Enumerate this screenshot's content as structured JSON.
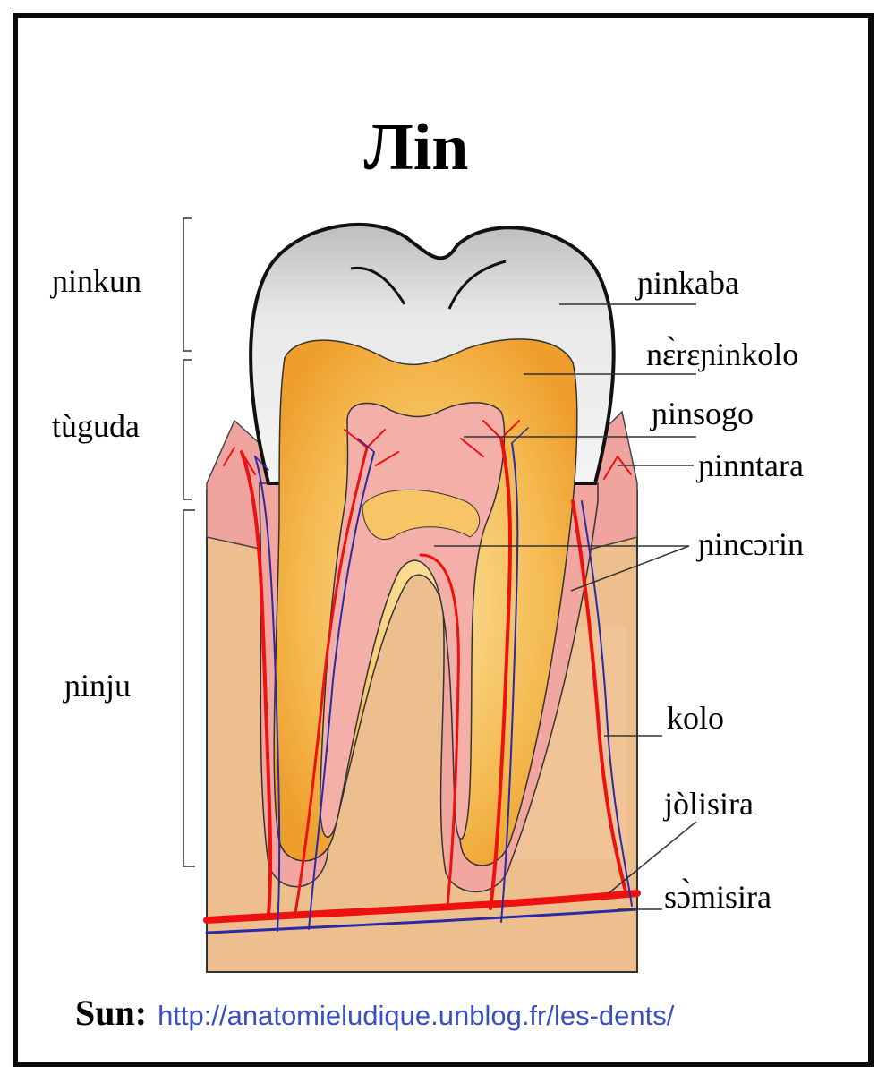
{
  "title": "Лin",
  "labels": {
    "crown": "ɲinkun",
    "neck": "tùguda",
    "root": "ɲinju",
    "enamel": "ɲinkaba",
    "dentin": "nɛ̀rɛɲinkolo",
    "pulp": "ɲinsogo",
    "gum": "ɲinntara",
    "cementum": "ɲincɔrin",
    "bone": "kolo",
    "artery": "jòlisira",
    "vein": "sɔ̀misira"
  },
  "source": {
    "label": "Sun:",
    "url": "http://anatomieludique.unblog.fr/les-dents/"
  },
  "colors": {
    "enamel": "#e8e8e8",
    "dentin": "#f3b548",
    "pulp": "#f2a6a0",
    "bone": "#eebf8e",
    "gum": "#f0a4a0",
    "artery": "#ee1111",
    "vein": "#2a2aa8"
  }
}
